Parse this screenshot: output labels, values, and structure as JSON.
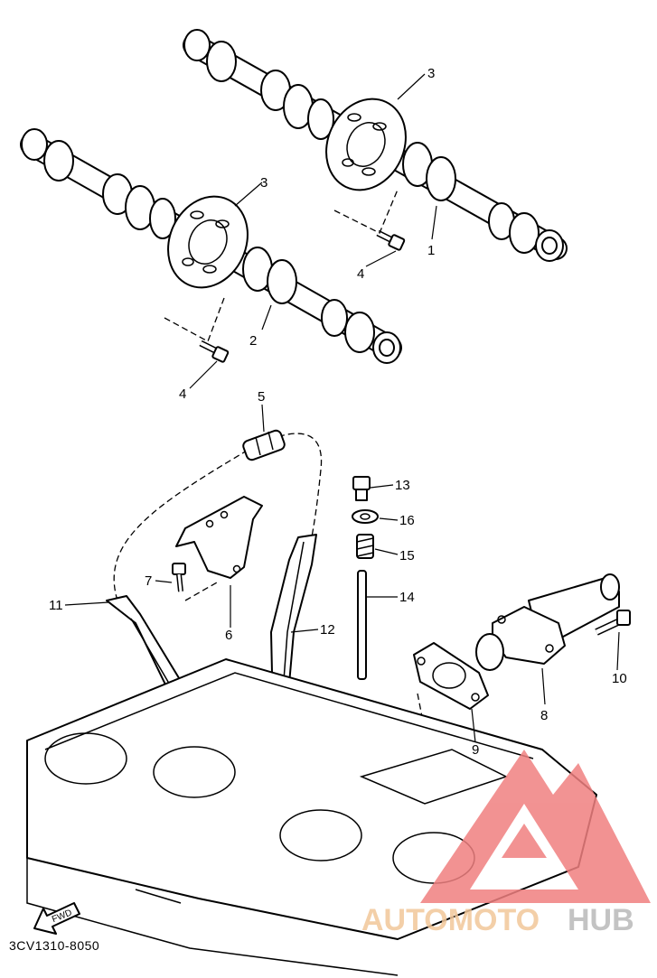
{
  "diagram": {
    "labels": {
      "p1": "1",
      "p2": "2",
      "p3a": "3",
      "p3b": "3",
      "p4a": "4",
      "p4b": "4",
      "p5": "5",
      "p6": "6",
      "p7": "7",
      "p8": "8",
      "p9": "9",
      "p10": "10",
      "p11": "11",
      "p12": "12",
      "p13": "13",
      "p14": "14",
      "p15": "15",
      "p16": "16"
    },
    "fwd_label": "FWD",
    "code": "3CV1310-8050"
  },
  "watermark": {
    "text_a": "AUTOMOTO",
    "text_b": "HUB",
    "color_logo": "#f08080",
    "color_text_a": "#f2c79a",
    "color_text_b": "#b9b9b9"
  }
}
